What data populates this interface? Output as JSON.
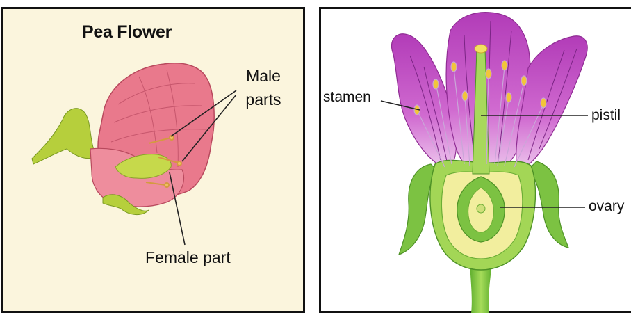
{
  "left": {
    "title": "Pea Flower",
    "male_label": "Male parts",
    "female_label": "Female part"
  },
  "right": {
    "stamen_label": "stamen",
    "pistil_label": "pistil",
    "ovary_label": "ovary"
  },
  "colors": {
    "left_bg": "#fbf5dd",
    "petal_pink": "#e9798c",
    "petal_magenta": "#c04ec0",
    "sepal_green": "#7cc242",
    "ovary_yellow": "#f2ee9e",
    "anther_yellow": "#f2c53a"
  }
}
